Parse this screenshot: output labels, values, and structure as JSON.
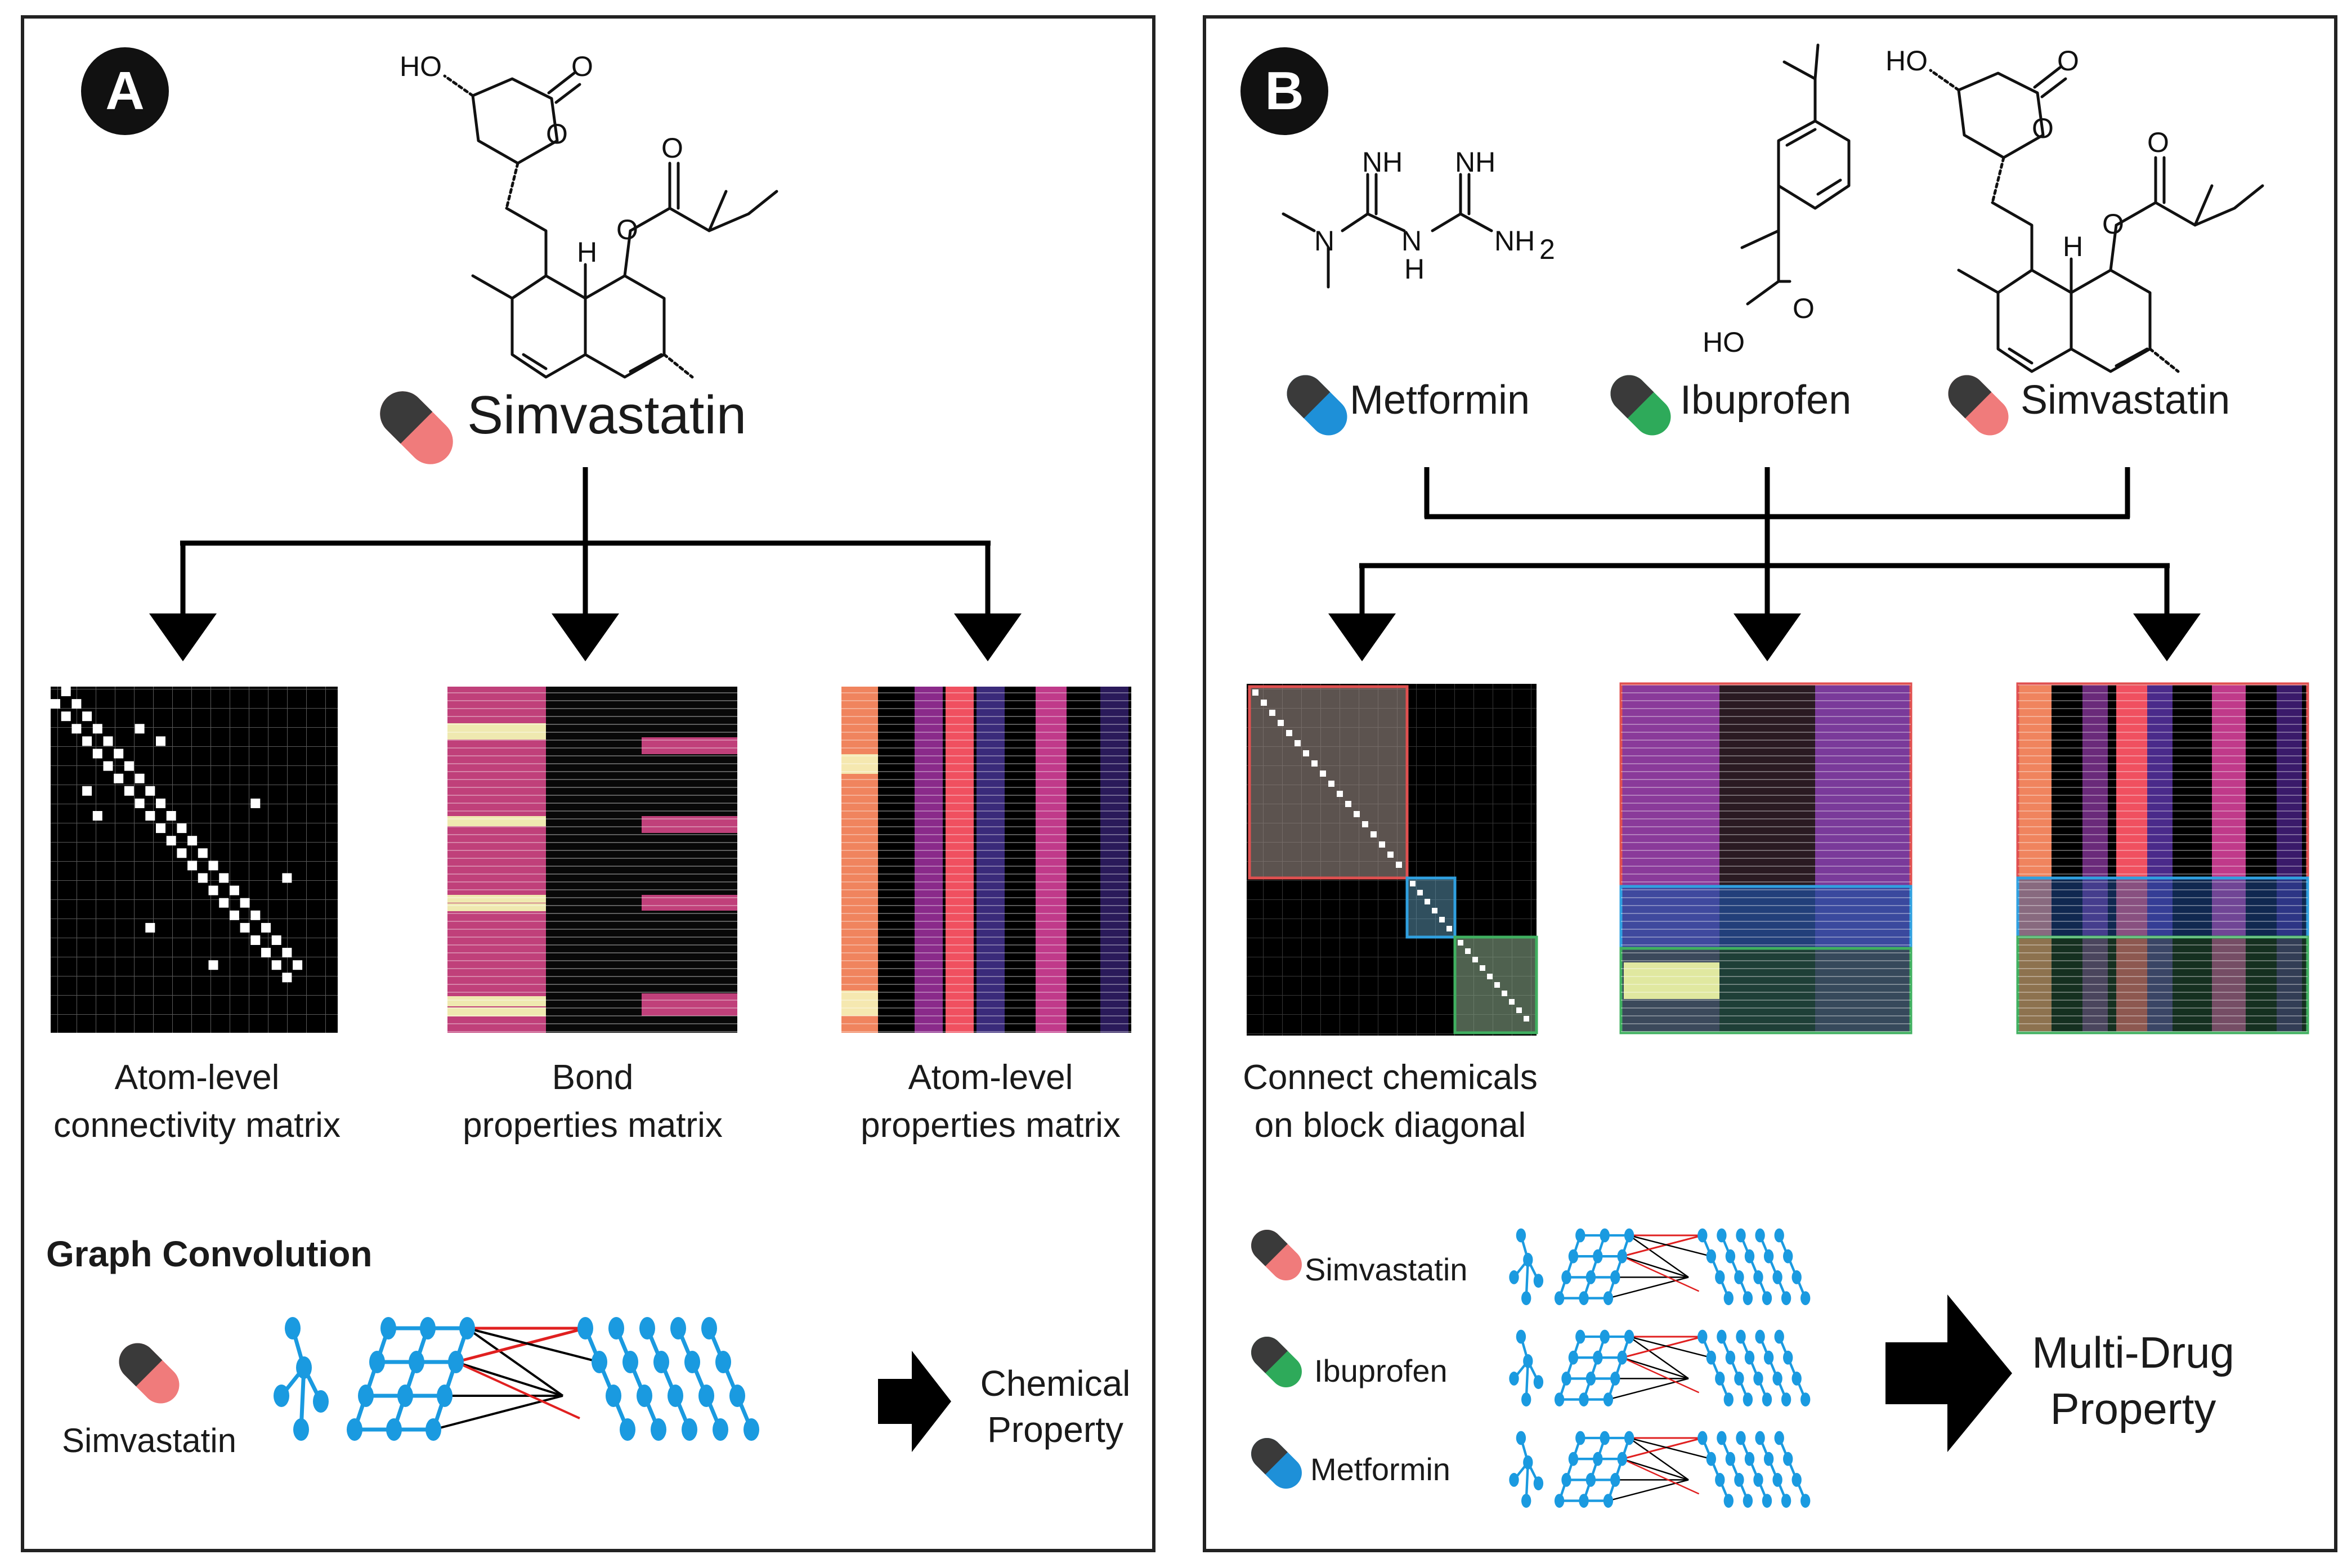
{
  "panel_a": {
    "badge": "A",
    "drug_name": "Simvastatin",
    "drug_capsule_color": "#f07b7b",
    "atoms": {
      "ho": "HO",
      "o": "O",
      "o_ring": "O",
      "h": "H"
    },
    "matrices": [
      {
        "line1": "Atom-level",
        "line2": "connectivity matrix"
      },
      {
        "line1": "Bond",
        "line2": "properties matrix"
      },
      {
        "line1": "Atom-level",
        "line2": "properties matrix"
      }
    ],
    "graph_title": "Graph Convolution",
    "graph_drug_label": "Simvastatin",
    "output_line1": "Chemical",
    "output_line2": "Property"
  },
  "panel_b": {
    "badge": "B",
    "drugs": [
      {
        "name": "Metformin",
        "capsule_color": "#1e90d8"
      },
      {
        "name": "Ibuprofen",
        "capsule_color": "#2eaa5a"
      },
      {
        "name": "Simvastatin",
        "capsule_color": "#f07b7b"
      }
    ],
    "atoms": {
      "nh": "NH",
      "n": "N",
      "h": "H",
      "nh2": "NH",
      "sub2": "2",
      "ho": "HO",
      "o": "O"
    },
    "matrix_caption_line1": "Connect chemicals",
    "matrix_caption_line2": "on block diagonal",
    "graph_rows": [
      {
        "name": "Simvastatin",
        "capsule_color": "#f07b7b"
      },
      {
        "name": "Ibuprofen",
        "capsule_color": "#2eaa5a"
      },
      {
        "name": "Metformin",
        "capsule_color": "#1e90d8"
      }
    ],
    "output_line1": "Multi-Drug",
    "output_line2": "Property"
  },
  "colors": {
    "capsule_dark": "#3a3a3a",
    "graph_blue": "#1a9ae0",
    "edge_red": "#e02020",
    "block_red": "#e05050",
    "block_blue": "#30a0e0",
    "block_green": "#40b060"
  }
}
